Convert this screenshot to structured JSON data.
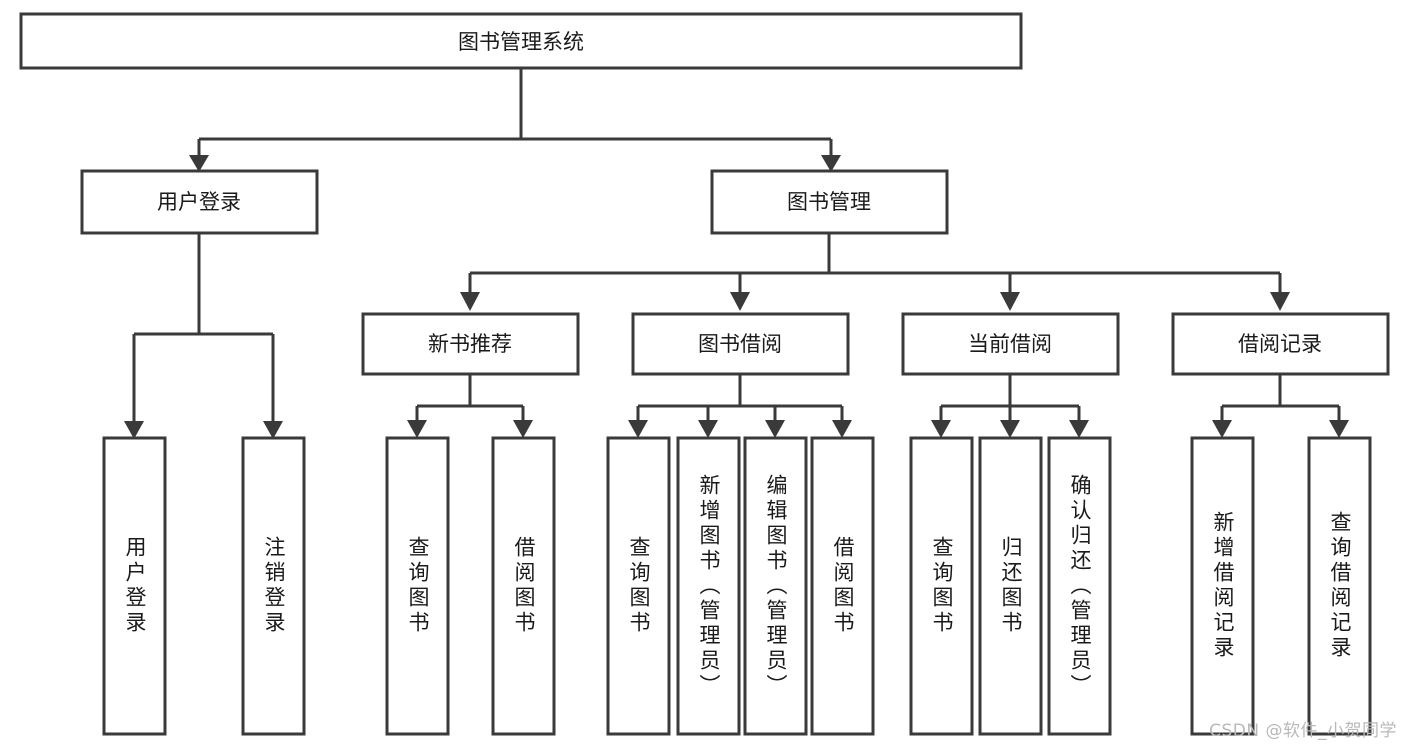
{
  "diagram": {
    "type": "tree-hierarchy-diagram",
    "title": "图书管理系统",
    "background_color": "#ffffff",
    "line_color": "#3a3a3a",
    "text_color": "#1a1a1a",
    "root": {
      "id": "root",
      "label": "图书管理系统",
      "orientation": "horizontal"
    },
    "level1": [
      {
        "id": "user-login",
        "label": "用户登录",
        "orientation": "horizontal"
      },
      {
        "id": "book-manage",
        "label": "图书管理",
        "orientation": "horizontal"
      }
    ],
    "level2": [
      {
        "id": "new-book-recommend",
        "label": "新书推荐",
        "orientation": "horizontal",
        "parent": "book-manage"
      },
      {
        "id": "book-borrow",
        "label": "图书借阅",
        "orientation": "horizontal",
        "parent": "book-manage"
      },
      {
        "id": "current-borrow",
        "label": "当前借阅",
        "orientation": "horizontal",
        "parent": "book-manage"
      },
      {
        "id": "borrow-record",
        "label": "借阅记录",
        "orientation": "horizontal",
        "parent": "book-manage"
      }
    ],
    "leaves": [
      {
        "id": "leaf-user-login",
        "label": "用户登录",
        "parent": "user-login",
        "orientation": "vertical"
      },
      {
        "id": "leaf-logout",
        "label": "注销登录",
        "parent": "user-login",
        "orientation": "vertical"
      },
      {
        "id": "leaf-query-book-1",
        "label": "查询图书",
        "parent": "new-book-recommend",
        "orientation": "vertical"
      },
      {
        "id": "leaf-borrow-book-1",
        "label": "借阅图书",
        "parent": "new-book-recommend",
        "orientation": "vertical"
      },
      {
        "id": "leaf-query-book-2",
        "label": "查询图书",
        "parent": "book-borrow",
        "orientation": "vertical"
      },
      {
        "id": "leaf-add-book",
        "label": "新增图书（管理员）",
        "parent": "book-borrow",
        "orientation": "vertical"
      },
      {
        "id": "leaf-edit-book",
        "label": "编辑图书（管理员）",
        "parent": "book-borrow",
        "orientation": "vertical"
      },
      {
        "id": "leaf-borrow-book-2",
        "label": "借阅图书",
        "parent": "book-borrow",
        "orientation": "vertical"
      },
      {
        "id": "leaf-query-book-3",
        "label": "查询图书",
        "parent": "current-borrow",
        "orientation": "vertical"
      },
      {
        "id": "leaf-return-book",
        "label": "归还图书",
        "parent": "current-borrow",
        "orientation": "vertical"
      },
      {
        "id": "leaf-confirm-return",
        "label": "确认归还（管理员）",
        "parent": "current-borrow",
        "orientation": "vertical"
      },
      {
        "id": "leaf-add-record",
        "label": "新增借阅记录",
        "parent": "borrow-record",
        "orientation": "vertical"
      },
      {
        "id": "leaf-query-record",
        "label": "查询借阅记录",
        "parent": "borrow-record",
        "orientation": "vertical"
      }
    ]
  },
  "watermark": {
    "text": "CSDN @软件_小贺同学"
  }
}
